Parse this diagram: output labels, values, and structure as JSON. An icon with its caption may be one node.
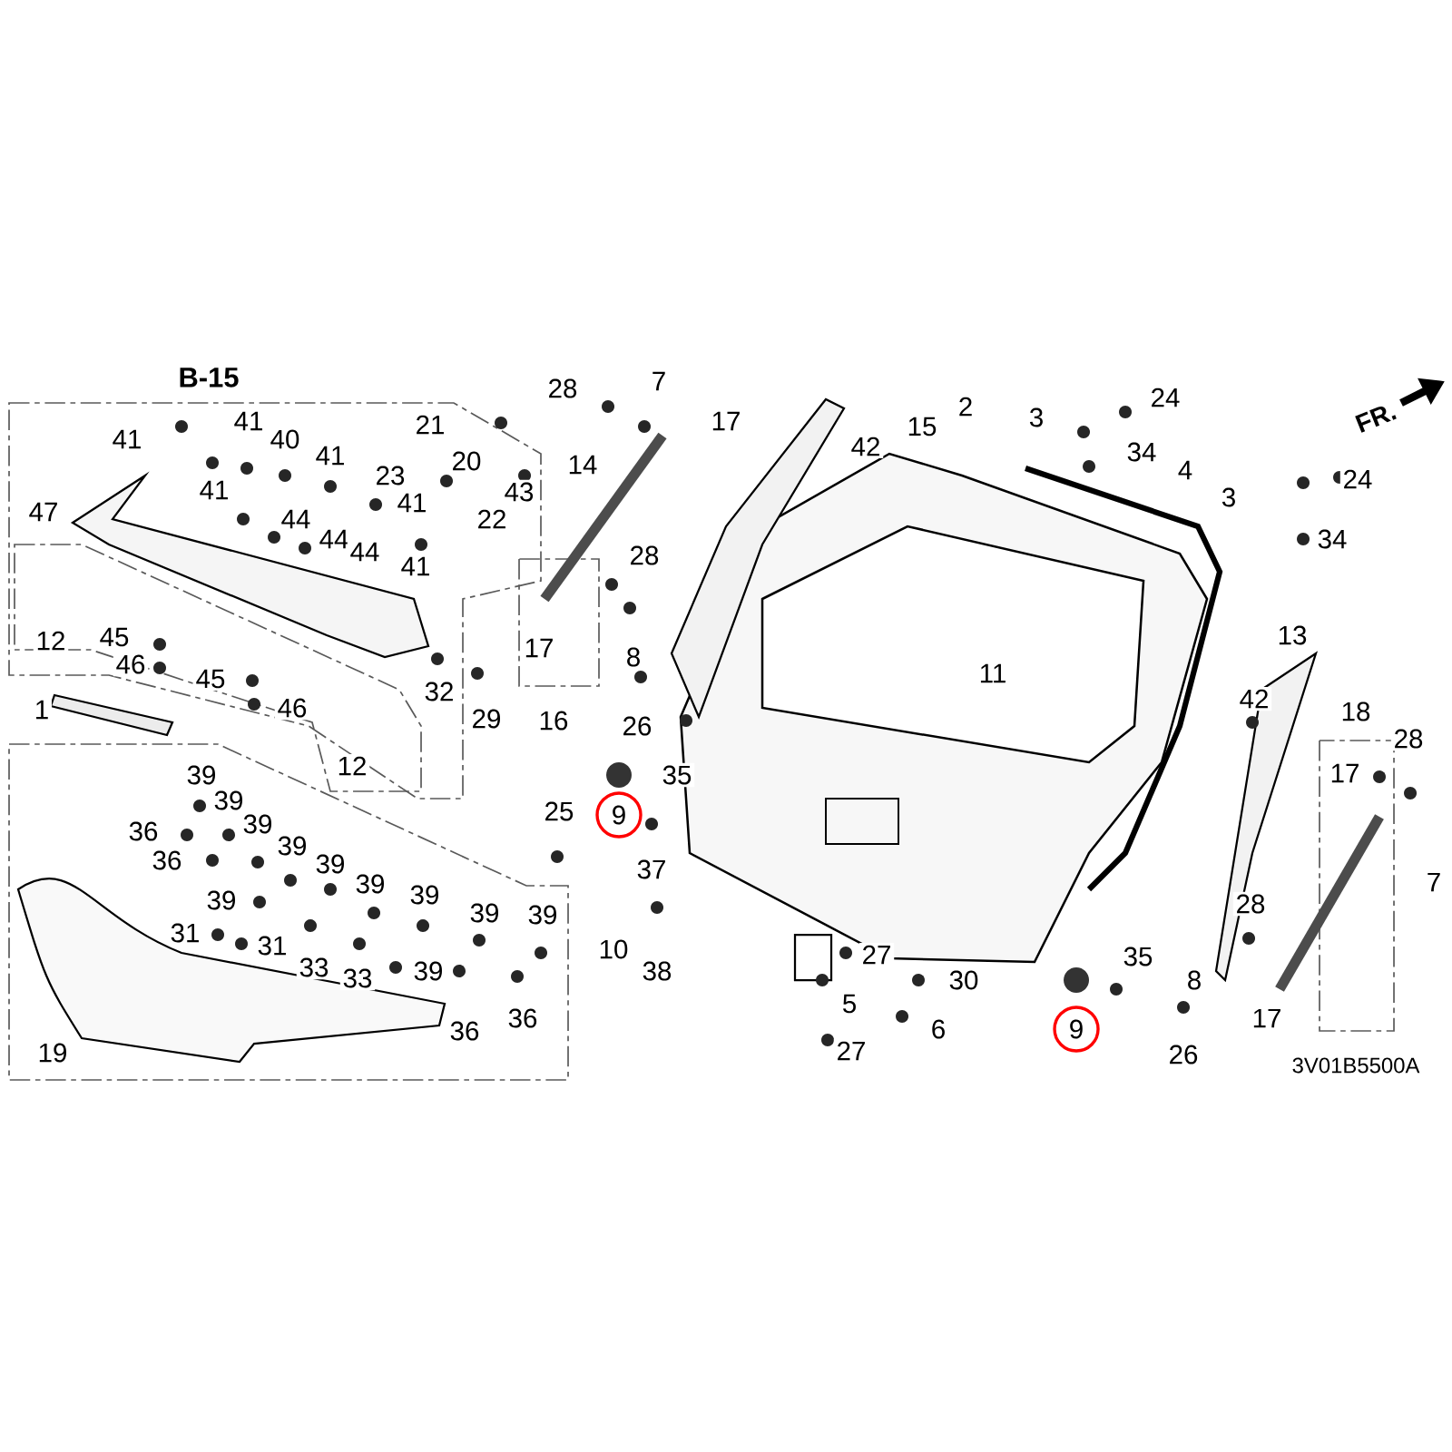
{
  "diagram": {
    "labels": [
      "B-15",
      "28",
      "7",
      "24",
      "2",
      "17",
      "FR.",
      "3",
      "21",
      "15",
      "41",
      "41",
      "40",
      "42",
      "34",
      "41",
      "20",
      "14",
      "4",
      "23",
      "24",
      "41",
      "43",
      "3",
      "41",
      "47",
      "44",
      "22",
      "44",
      "34",
      "44",
      "28",
      "41",
      "13",
      "12",
      "45",
      "17",
      "8",
      "46",
      "11",
      "45",
      "32",
      "42",
      "46",
      "1",
      "18",
      "29",
      "16",
      "26",
      "28",
      "12",
      "17",
      "35",
      "39",
      "39",
      "25",
      "9",
      "39",
      "36",
      "39",
      "36",
      "39",
      "37",
      "7",
      "39",
      "39",
      "39",
      "28",
      "39",
      "39",
      "31",
      "31",
      "10",
      "27",
      "35",
      "33",
      "39",
      "38",
      "33",
      "30",
      "8",
      "5",
      "36",
      "17",
      "36",
      "6",
      "9",
      "27",
      "19",
      "26",
      "3V01B5500A"
    ]
  }
}
